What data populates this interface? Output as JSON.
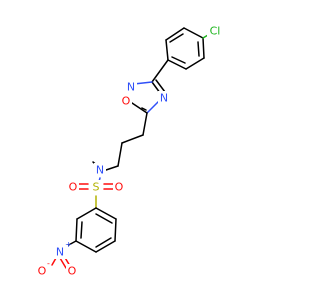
{
  "atoms": {
    "cl": {
      "label": "Cl",
      "color": "#1db51d"
    },
    "o_ring": {
      "label": "O",
      "color": "#ff0d0d"
    },
    "n_ring_top": {
      "label": "N",
      "color": "#3050f8"
    },
    "n_ring_right": {
      "label": "N",
      "color": "#3050f8"
    },
    "n_amine": {
      "label": "N",
      "color": "#3050f8"
    },
    "s": {
      "label": "S",
      "color": "#b2b200"
    },
    "o_sulfonyl_left": {
      "label": "O",
      "color": "#ff0d0d"
    },
    "o_sulfonyl_right": {
      "label": "O",
      "color": "#ff0d0d"
    },
    "n_nitro": {
      "label": "N",
      "color": "#3050f8",
      "charge": "+"
    },
    "o_nitro_left": {
      "label": "O",
      "color": "#ff0d0d",
      "charge": "-"
    },
    "o_nitro_right": {
      "label": "O",
      "color": "#ff0d0d"
    }
  }
}
